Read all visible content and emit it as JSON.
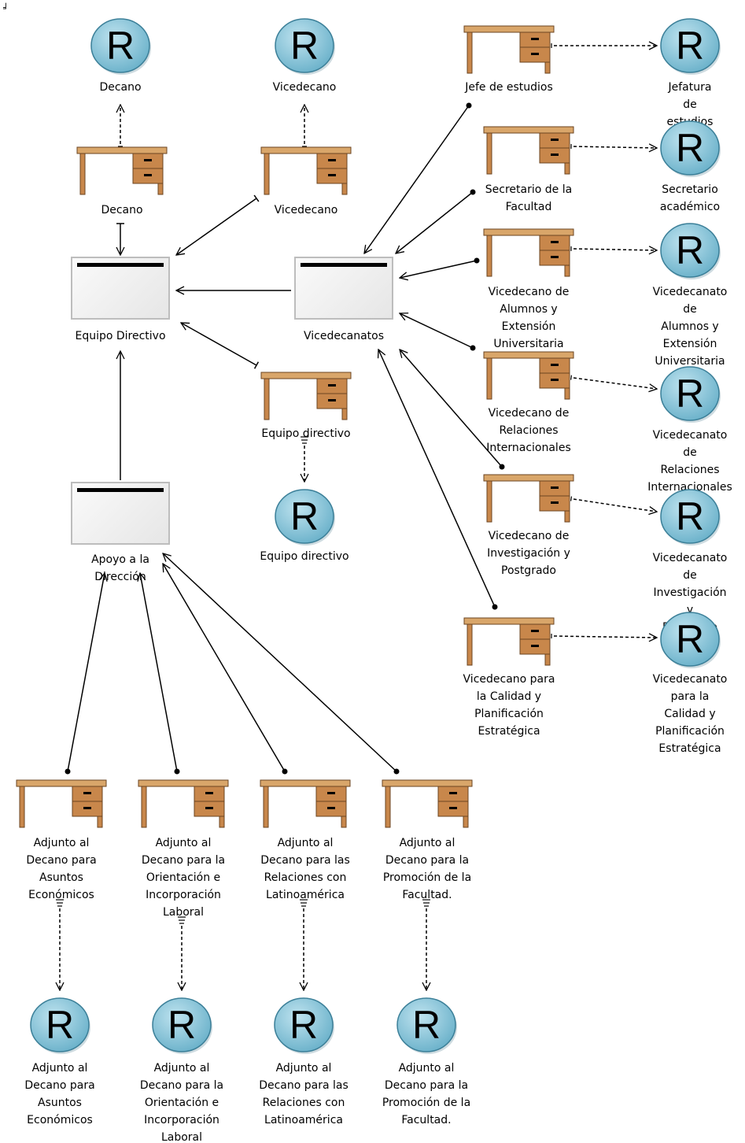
{
  "corner_mark": "╛",
  "colors": {
    "role_fill": "#6fb4cc",
    "role_stroke": "#3b7f98",
    "desk_top": "#d9a66a",
    "desk_body": "#c8874b",
    "desk_stroke": "#6b4421",
    "group_fill": "#e6e6e6",
    "group_bar": "#000000",
    "line": "#000000"
  },
  "roles": [
    {
      "id": "r-decano",
      "label": "Decano"
    },
    {
      "id": "r-vicedecano",
      "label": "Vicedecano"
    },
    {
      "id": "r-jefatura",
      "label": "Jefatura de\nestudios"
    },
    {
      "id": "r-secretario",
      "label": "Secretario\nacadémico"
    },
    {
      "id": "r-vd-alumnos",
      "label": "Vicedecanato de\nAlumnos y\nExtensión\nUniversitaria"
    },
    {
      "id": "r-vd-relaciones",
      "label": "Vicedecanato de\nRelaciones\nInternacionales"
    },
    {
      "id": "r-vd-investigacion",
      "label": "Vicedecanato de\nInvestigación y\nPostgrado"
    },
    {
      "id": "r-vd-calidad",
      "label": "Vicedecanato\npara la Calidad y\nPlanificación\nEstratégica"
    },
    {
      "id": "r-equipo",
      "label": "Equipo directivo"
    },
    {
      "id": "r-adj-economicos",
      "label": "Adjunto al\nDecano para\nAsuntos\nEconómicos"
    },
    {
      "id": "r-adj-orientacion",
      "label": "Adjunto al\nDecano para la\nOrientación e\nIncorporación\nLaboral"
    },
    {
      "id": "r-adj-latinoamerica",
      "label": "Adjunto al\nDecano para las\nRelaciones con\nLatinoamérica"
    },
    {
      "id": "r-adj-promocion",
      "label": "Adjunto al\nDecano para la\nPromoción de la\nFacultad."
    }
  ],
  "positions": [
    {
      "id": "p-decano",
      "label": "Decano"
    },
    {
      "id": "p-vicedecano",
      "label": "Vicedecano"
    },
    {
      "id": "p-jefe",
      "label": "Jefe de estudios"
    },
    {
      "id": "p-secretario",
      "label": "Secretario de la\nFacultad"
    },
    {
      "id": "p-vd-alumnos",
      "label": "Vicedecano de\nAlumnos y\nExtensión\nUniversitaria"
    },
    {
      "id": "p-vd-relaciones",
      "label": "Vicedecano de\nRelaciones\nInternacionales"
    },
    {
      "id": "p-vd-investigacion",
      "label": "Vicedecano de\nInvestigación y\nPostgrado"
    },
    {
      "id": "p-vd-calidad",
      "label": "Vicedecano para\nla Calidad y\nPlanificación\nEstratégica"
    },
    {
      "id": "p-equipo",
      "label": "Equipo directivo"
    },
    {
      "id": "p-adj-economicos",
      "label": "Adjunto al\nDecano para\nAsuntos\nEconómicos"
    },
    {
      "id": "p-adj-orientacion",
      "label": "Adjunto al\nDecano para la\nOrientación e\nIncorporación\nLaboral"
    },
    {
      "id": "p-adj-latinoamerica",
      "label": "Adjunto al\nDecano para las\nRelaciones con\nLatinoamérica"
    },
    {
      "id": "p-adj-promocion",
      "label": "Adjunto al\nDecano para la\nPromoción de la\nFacultad."
    }
  ],
  "groups": [
    {
      "id": "g-equipo",
      "label": "Equipo Directivo"
    },
    {
      "id": "g-vicedecanatos",
      "label": "Vicedecanatos"
    },
    {
      "id": "g-apoyo",
      "label": "Apoyo a la\nDirección"
    }
  ]
}
